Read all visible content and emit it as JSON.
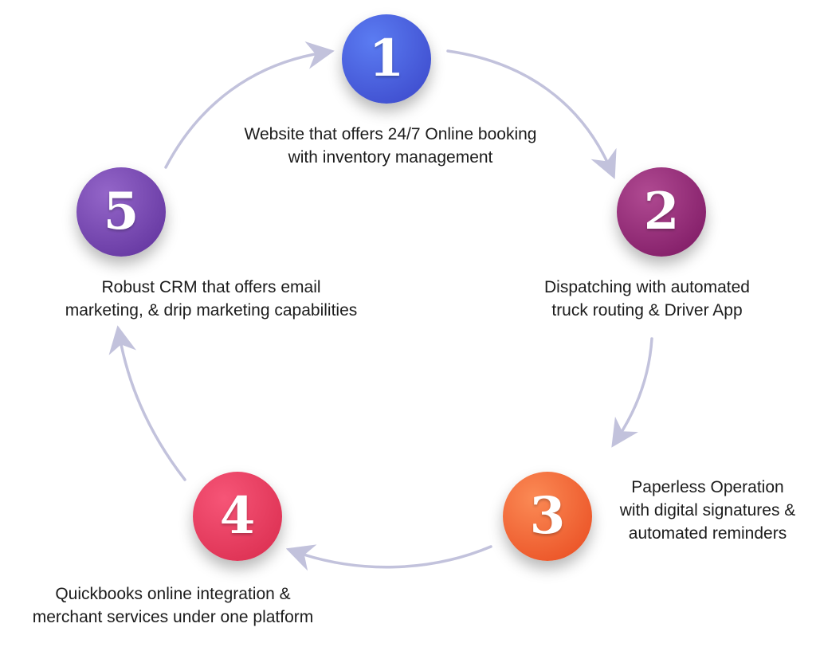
{
  "steps": [
    {
      "number": "1",
      "gradient": [
        "#5b7cf2",
        "#3a45c8"
      ],
      "lines": [
        "Website that offers 24/7 Online booking",
        "with inventory management"
      ]
    },
    {
      "number": "2",
      "gradient": [
        "#b04a92",
        "#7a1560"
      ],
      "lines": [
        "Dispatching with automated",
        "truck routing & Driver App"
      ]
    },
    {
      "number": "3",
      "gradient": [
        "#fb8a55",
        "#e8491e"
      ],
      "lines": [
        "Paperless Operation",
        "with digital signatures &",
        "automated reminders"
      ]
    },
    {
      "number": "4",
      "gradient": [
        "#f65577",
        "#d82a4c"
      ],
      "lines": [
        "Quickbooks online integration &",
        "merchant services under one platform"
      ]
    },
    {
      "number": "5",
      "gradient": [
        "#9466c9",
        "#5d2f9a"
      ],
      "lines": [
        "Robust CRM that offers email",
        "marketing, & drip marketing capabilities"
      ]
    }
  ],
  "connector_color": "#c2c2dc"
}
